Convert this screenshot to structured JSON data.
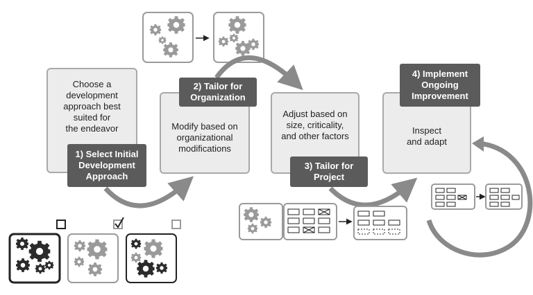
{
  "steps": [
    {
      "box_text": "Choose a\ndevelopment\napproach best\nsuited for\nthe endeavor",
      "label": "1) Select Initial\nDevelopment\nApproach"
    },
    {
      "box_text": "Modify based on\norganizational\nmodifications",
      "label": "2) Tailor for\nOrganization"
    },
    {
      "box_text": "Adjust based on\nsize, criticality,\nand other factors",
      "label": "3) Tailor for\nProject"
    },
    {
      "box_text": "Inspect\nand adapt",
      "label": "4) Implement\nOngoing\nImprovement"
    }
  ],
  "colors": {
    "box_fill": "#ececec",
    "box_border": "#a9a9a9",
    "label_fill": "#5b5b5b",
    "arrow": "#8a8a8a",
    "gear_light": "#9a9a9a",
    "gear_dark": "#2b2b2b"
  },
  "icons": {
    "approach_options": [
      "gear-set-dark-icon",
      "gear-set-light-icon",
      "gear-set-mixed-icon"
    ],
    "checkbox_states": [
      "unchecked",
      "checked",
      "unchecked"
    ]
  }
}
